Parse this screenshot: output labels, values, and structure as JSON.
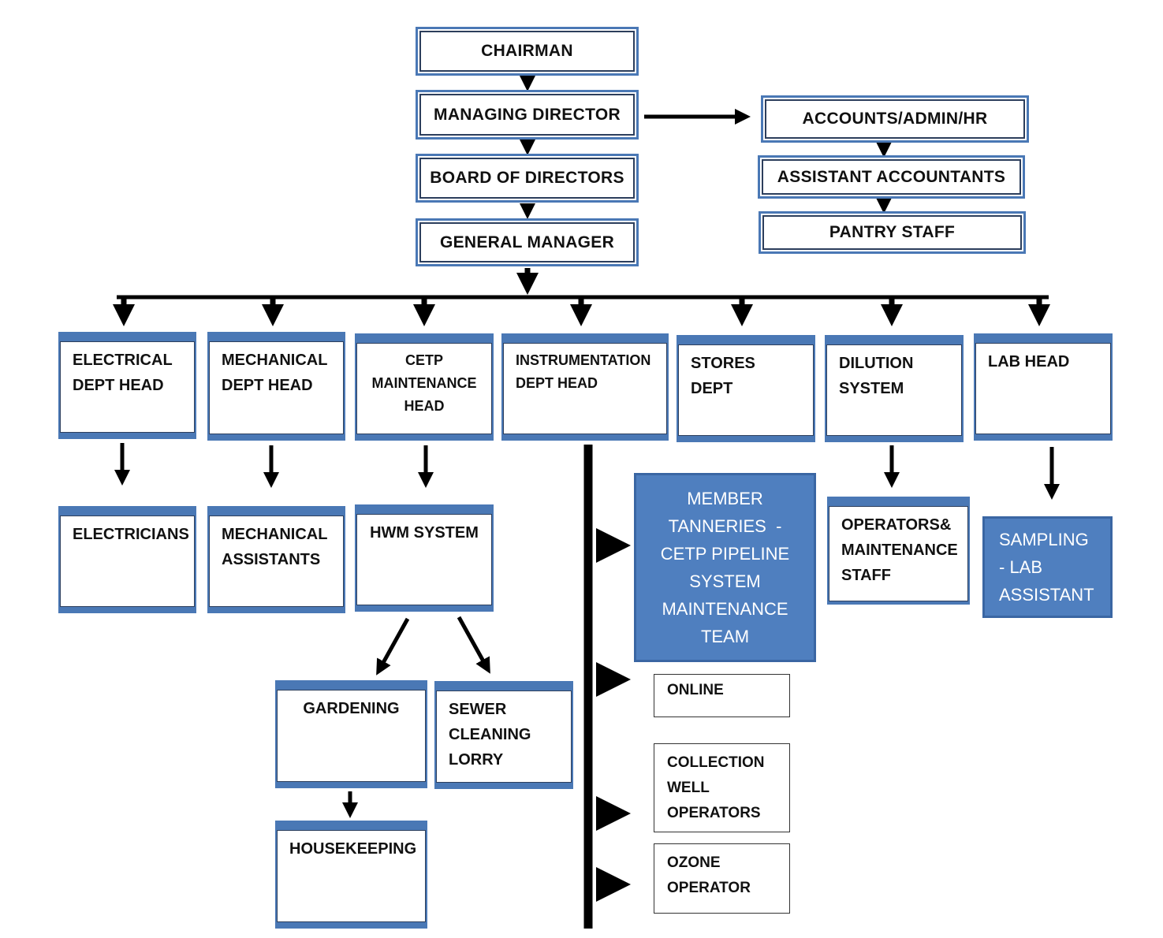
{
  "chart": {
    "chairman": "CHAIRMAN",
    "managing_director": "MANAGING DIRECTOR",
    "board_of_directors": "BOARD OF DIRECTORS",
    "general_manager": "GENERAL MANAGER",
    "accounts_admin_hr": "ACCOUNTS/ADMIN/HR",
    "assistant_accountants": "ASSISTANT ACCOUNTANTS",
    "pantry_staff": "PANTRY STAFF",
    "departments": {
      "electrical": [
        "ELECTRICAL",
        "DEPT HEAD"
      ],
      "mechanical": [
        "MECHANICAL",
        "DEPT HEAD"
      ],
      "cetp": [
        "CETP",
        "MAINTENANCE",
        "HEAD"
      ],
      "instrumentation": [
        "INSTRUMENTATION",
        "DEPT HEAD"
      ],
      "stores": [
        "STORES DEPT"
      ],
      "dilution": [
        "DILUTION",
        "SYSTEM"
      ],
      "lab": [
        "LAB HEAD"
      ]
    },
    "electricians": [
      "ELECTRICIANS"
    ],
    "mechanical_assistants": [
      "MECHANICAL",
      "ASSISTANTS"
    ],
    "hwm_system": [
      "HWM SYSTEM"
    ],
    "member_tanneries": [
      "MEMBER",
      "TANNERIES  -",
      "CETP PIPELINE",
      "SYSTEM",
      "MAINTENANCE",
      "TEAM"
    ],
    "operators_maintenance": [
      "OPERATORS&",
      "MAINTENANCE",
      "STAFF"
    ],
    "sampling_lab": [
      "SAMPLING",
      "- LAB",
      "ASSISTANT"
    ],
    "gardening": [
      "GARDENING"
    ],
    "sewer_cleaning": [
      "SEWER",
      "CLEANING",
      "LORRY"
    ],
    "housekeeping": [
      "HOUSEKEEPING"
    ],
    "online": [
      "ONLINE"
    ],
    "collection_well": [
      "COLLECTION",
      "WELL",
      "OPERATORS"
    ],
    "ozone_operator": [
      "OZONE",
      "OPERATOR"
    ]
  },
  "colors": {
    "box_blue": "#4a78b5",
    "filled_blue": "#4f7fbf",
    "connector": "#000000"
  }
}
